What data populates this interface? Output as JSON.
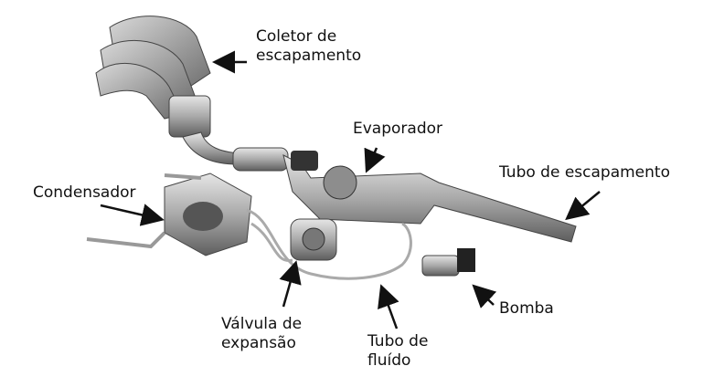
{
  "labels": {
    "coletor_line1": "Coletor de",
    "coletor_line2": "escapamento",
    "evaporador": "Evaporador",
    "tubo_escapamento": "Tubo de escapamento",
    "condensador": "Condensador",
    "valvula_line1": "Válvula de",
    "valvula_line2": "expansão",
    "tubo_fluido_line1": "Tubo de",
    "tubo_fluido_line2": "fluído",
    "bomba": "Bomba"
  }
}
